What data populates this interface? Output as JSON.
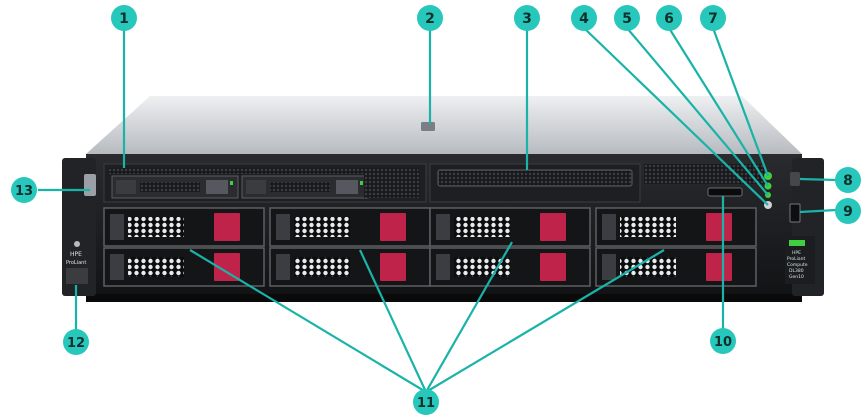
{
  "diagram": {
    "callouts": [
      {
        "label": "1"
      },
      {
        "label": "2"
      },
      {
        "label": "3"
      },
      {
        "label": "4"
      },
      {
        "label": "5"
      },
      {
        "label": "6"
      },
      {
        "label": "7"
      },
      {
        "label": "8"
      },
      {
        "label": "9"
      },
      {
        "label": "10"
      },
      {
        "label": "11"
      },
      {
        "label": "12"
      },
      {
        "label": "13"
      }
    ],
    "callout_color": "#28c7bb",
    "leader_color": "#19b3a7",
    "chassis_color": "#1b1c1e",
    "drive_latch_color": "#c0234a",
    "status_led_color": "#3fcf3f",
    "left_ear_text": [
      "HPE",
      "ProLiant"
    ],
    "right_ear_text": [
      "HPE",
      "ProLiant",
      "Compute",
      "DL380",
      "Gen10"
    ]
  }
}
